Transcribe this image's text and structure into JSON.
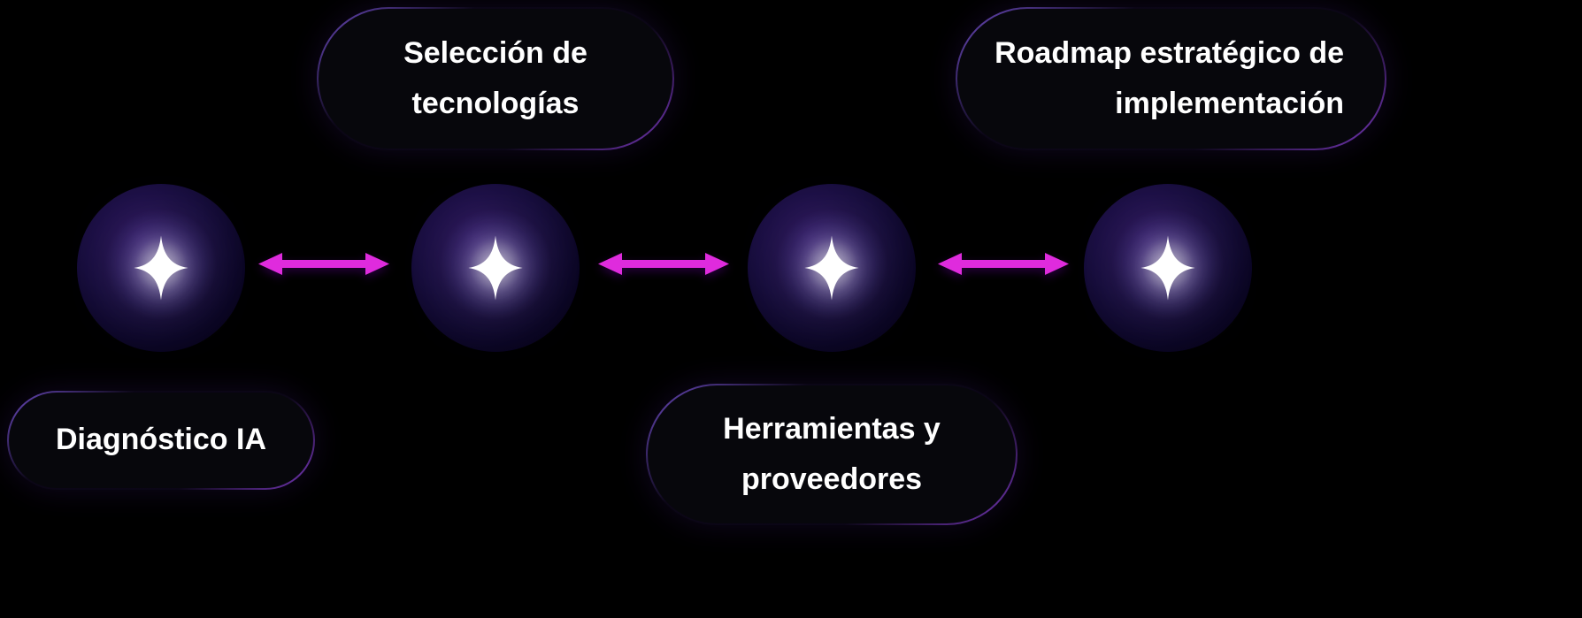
{
  "diagram": {
    "type": "process-flow",
    "pills": [
      {
        "id": "seleccion",
        "text": "Selección de tecnologías"
      },
      {
        "id": "roadmap",
        "text": "Roadmap estratégico de implementación"
      },
      {
        "id": "diagnostico",
        "text": "Diagnóstico IA"
      },
      {
        "id": "herramientas",
        "text": "Herramientas y proveedores"
      }
    ],
    "steps": [
      {
        "order": 1,
        "label": "Diagnóstico IA",
        "icon": "sparkle-icon"
      },
      {
        "order": 2,
        "label": "Selección de tecnologías",
        "icon": "sparkle-icon"
      },
      {
        "order": 3,
        "label": "Herramientas y proveedores",
        "icon": "sparkle-icon"
      },
      {
        "order": 4,
        "label": "Roadmap estratégico de implementación",
        "icon": "sparkle-icon"
      }
    ],
    "connectors": [
      {
        "from": 1,
        "to": 2,
        "style": "double-arrow"
      },
      {
        "from": 2,
        "to": 3,
        "style": "double-arrow"
      },
      {
        "from": 3,
        "to": 4,
        "style": "double-arrow"
      }
    ],
    "colors": {
      "background": "#000000",
      "arrow": "#df2bdd",
      "pill_background": "#07070c",
      "pill_border_glow": "#8a4ae8",
      "node_fill_dark": "#170d3c",
      "star": "#ffffff",
      "text": "#ffffff"
    }
  }
}
